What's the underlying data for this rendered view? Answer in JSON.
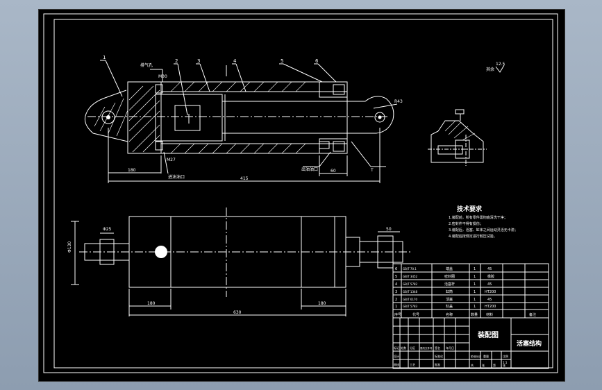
{
  "drawing": {
    "part_labels": [
      "1",
      "2",
      "3",
      "4",
      "5",
      "6"
    ],
    "top_view": {
      "callouts": [
        "排气孔",
        "M30",
        "M27",
        "进油油口",
        "出油油口"
      ],
      "dims": [
        "180",
        "415",
        "60",
        "T",
        "R43"
      ]
    },
    "front_view": {
      "dims": [
        "Φ25",
        "Φ130",
        "50",
        "180",
        "180",
        "630"
      ]
    },
    "surface_finish": "其余",
    "roughness_value": "12.5",
    "tech_requirements": {
      "title": "技术要求",
      "items": [
        "1.装配前，所有零件需彻底清洗干净；",
        "2.密封件不得有损伤；",
        "3.装配后，活塞、缸体之间运动灵活无卡滞；",
        "4.装配后按规定进行耐压试验。"
      ]
    },
    "title_block": {
      "drawing_name": "装配图",
      "part_name": "活塞结构",
      "scale": "1:1",
      "bom_rows": [
        [
          "6",
          "GB/T 70.1",
          "端盖",
          "1",
          "45",
          ""
        ],
        [
          "5",
          "GB/T 3452",
          "密封圈",
          "1",
          "橡胶",
          ""
        ],
        [
          "4",
          "GB/T 5782",
          "活塞杆",
          "1",
          "45",
          ""
        ],
        [
          "3",
          "GB/T 1348",
          "缸筒",
          "1",
          "HT200",
          ""
        ],
        [
          "2",
          "GB/T 6170",
          "活塞",
          "1",
          "45",
          ""
        ],
        [
          "1",
          "GB/T 5783",
          "缸盖",
          "1",
          "HT200",
          ""
        ]
      ],
      "bom_header": [
        "序号",
        "代号",
        "名称",
        "数量",
        "材料",
        "备注"
      ],
      "small_labels": [
        "标记",
        "处数",
        "分区",
        "更改文件号",
        "签名",
        "年月日",
        "设计",
        "标准化",
        "审核",
        "工艺",
        "批准",
        "阶段标记",
        "重量",
        "比例",
        "共",
        "张",
        "第",
        "张"
      ]
    }
  }
}
